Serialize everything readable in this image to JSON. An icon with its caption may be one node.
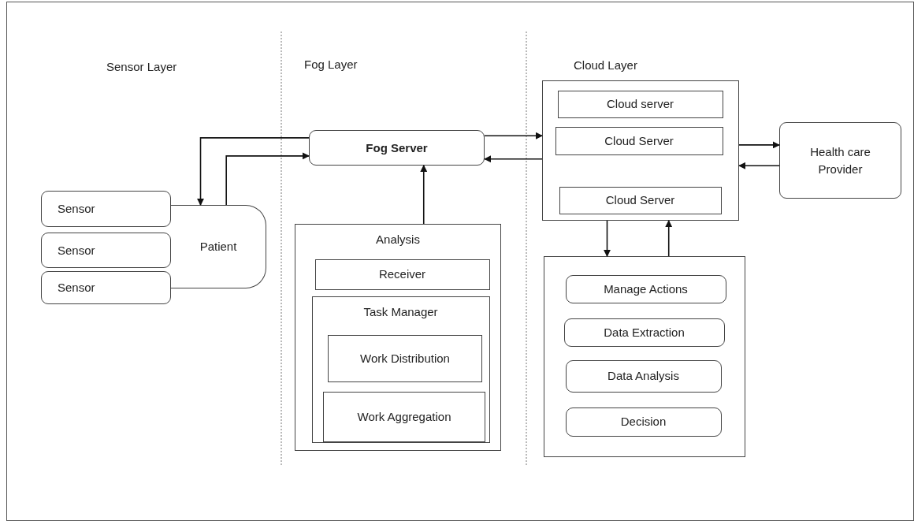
{
  "diagram": {
    "nodes": [
      {
        "text": [
          "Patient"
        ]
      },
      {
        "text": [
          "Sensor"
        ]
      },
      {
        "text": [
          "Sensor"
        ]
      },
      {
        "text": [
          "Sensor"
        ]
      },
      {
        "text": [
          "Fog Server"
        ]
      },
      {
        "text": [
          "Analysis"
        ]
      },
      {
        "text": [
          "Receiver"
        ],
        "in": 5
      },
      {
        "text": [
          "Task Manager"
        ],
        "in": 5
      },
      {
        "text": [
          "Work Distribution"
        ],
        "in": 7
      },
      {
        "text": [
          "Work Aggregation"
        ],
        "in": 7
      },
      {
        "text": [],
        "shape": "box"
      },
      {
        "text": [
          "Cloud server"
        ],
        "in": 10
      },
      {
        "text": [
          "Cloud Server"
        ],
        "in": 10
      },
      {
        "text": [
          "Cloud Server"
        ],
        "in": 10
      },
      {
        "text": [
          "Health care Provider"
        ]
      },
      {
        "text": [],
        "shape": "box"
      },
      {
        "text": [
          "Manage Actions"
        ],
        "in": 15
      },
      {
        "text": [
          "Data Extraction"
        ],
        "in": 15
      },
      {
        "text": [
          "Data Analysis"
        ],
        "in": 15
      },
      {
        "text": [
          "Decision"
        ],
        "in": 15
      }
    ],
    "edges": [
      {
        "from": 4,
        "to": 0,
        "arrow": "to"
      },
      {
        "from": 0,
        "to": 4,
        "arrow": "to"
      },
      {
        "from": 4,
        "to": 10,
        "arrow": "to"
      },
      {
        "from": 10,
        "to": 4,
        "arrow": "to"
      },
      {
        "from": 5,
        "to": 4,
        "arrow": "to"
      },
      {
        "from": 10,
        "to": 14,
        "arrow": "to"
      },
      {
        "from": 14,
        "to": 10,
        "arrow": "to"
      },
      {
        "from": 10,
        "to": 15,
        "arrow": "to"
      },
      {
        "from": 15,
        "to": 10,
        "arrow": "to"
      }
    ],
    "labels": [
      "Sensor Layer",
      "Fog Layer",
      "Cloud Layer"
    ]
  }
}
